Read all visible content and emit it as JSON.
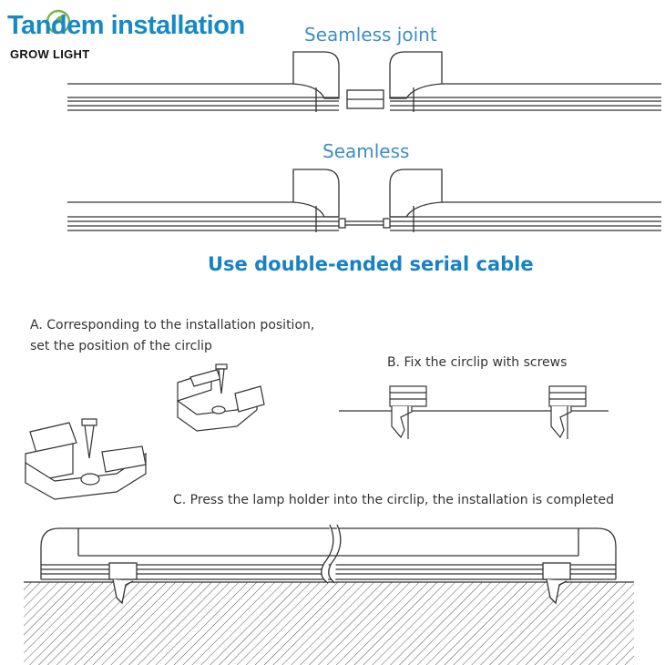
{
  "brand": {
    "title": "Tandem installation",
    "subtitle": "GROW LIGHT",
    "color": "#1689c6"
  },
  "diagrams": {
    "seamless_joint_label": "Seamless joint",
    "seamless_label": "Seamless",
    "cable_label": "Use double-ended serial cable"
  },
  "steps": {
    "a_line1": "A. Corresponding to the installation position,",
    "a_line2": "set the position of the circlip",
    "b": "B. Fix the circlip with screws",
    "c": "C. Press the lamp holder into the circlip, the installation is completed"
  },
  "colors": {
    "line": "#333333",
    "accent_blue": "#3b8fc8"
  }
}
